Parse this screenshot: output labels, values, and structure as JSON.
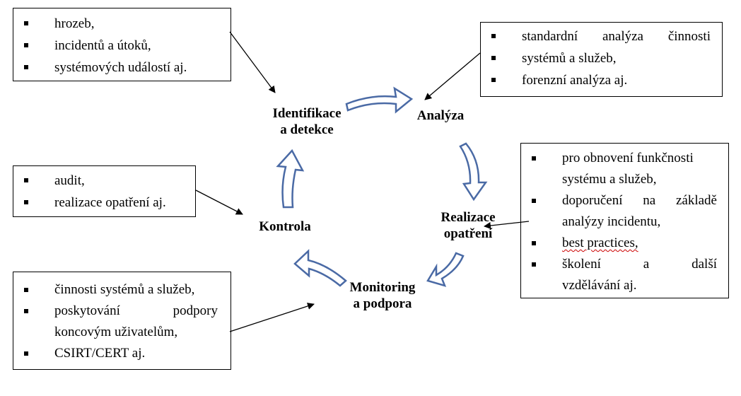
{
  "stages": {
    "identifikace": [
      "Identifikace",
      "a detekce"
    ],
    "analyza": [
      "Analýza"
    ],
    "realizace": [
      "Realizace",
      "opatření"
    ],
    "monitoring": [
      "Monitoring",
      "a podpora"
    ],
    "kontrola": [
      "Kontrola"
    ]
  },
  "boxes": {
    "top_left": [
      "hrozeb,",
      "incidentů a útoků,",
      "systémových událostí aj."
    ],
    "top_right": [
      "standardní analýza činnosti",
      "systémů a služeb,",
      "forenzní analýza aj."
    ],
    "mid_left": [
      "audit,",
      "realizace opatření aj."
    ],
    "right": [
      "pro obnovení funkčnosti",
      "systému a služeb,",
      "doporučení na základě",
      "analýzy incidentu,",
      "best practices,",
      "školení a další",
      "vzdělávání aj."
    ],
    "bottom_left": [
      "činnosti systémů a služeb,",
      "poskytování podpory",
      "koncovým uživatelům,",
      "CSIRT/CERT aj."
    ]
  },
  "colors": {
    "cycle_arrow_stroke": "#4a6aa5",
    "connector": "#000000",
    "spellcheck": "#cc0000"
  }
}
